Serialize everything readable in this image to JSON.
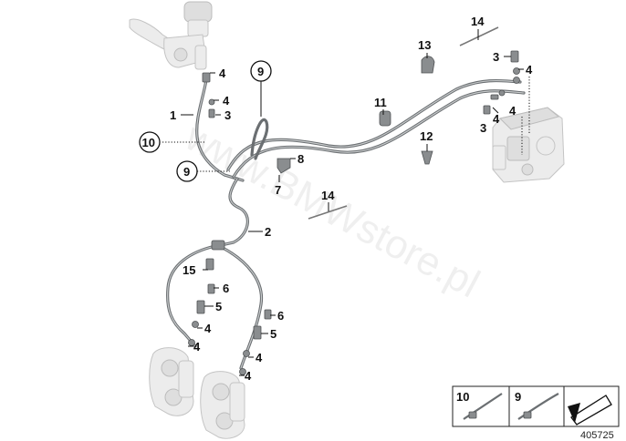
{
  "watermark": "www.BMWstore.pl",
  "diagram_number": "405725",
  "callouts": {
    "c14_top": "14",
    "c13": "13",
    "c3_tr": "3",
    "c4_tr": "4",
    "c4_r1": "4",
    "c4_r2": "4",
    "c3_r": "3",
    "c11": "11",
    "c12": "12",
    "c4_mc1": "4",
    "c4_mc2": "4",
    "c3_mc": "3",
    "c1": "1",
    "c10": "10",
    "c9_top": "9",
    "c9_mid": "9",
    "c8": "8",
    "c7": "7",
    "c14_mid": "14",
    "c2": "2",
    "c15": "15",
    "c6_l": "6",
    "c5_l": "5",
    "c4_l1": "4",
    "c4_l2": "4",
    "c6_r": "6",
    "c5_r": "5",
    "c4_rb1": "4",
    "c4_rb2": "4"
  },
  "legend": {
    "item_a": "10",
    "item_b": "9"
  }
}
